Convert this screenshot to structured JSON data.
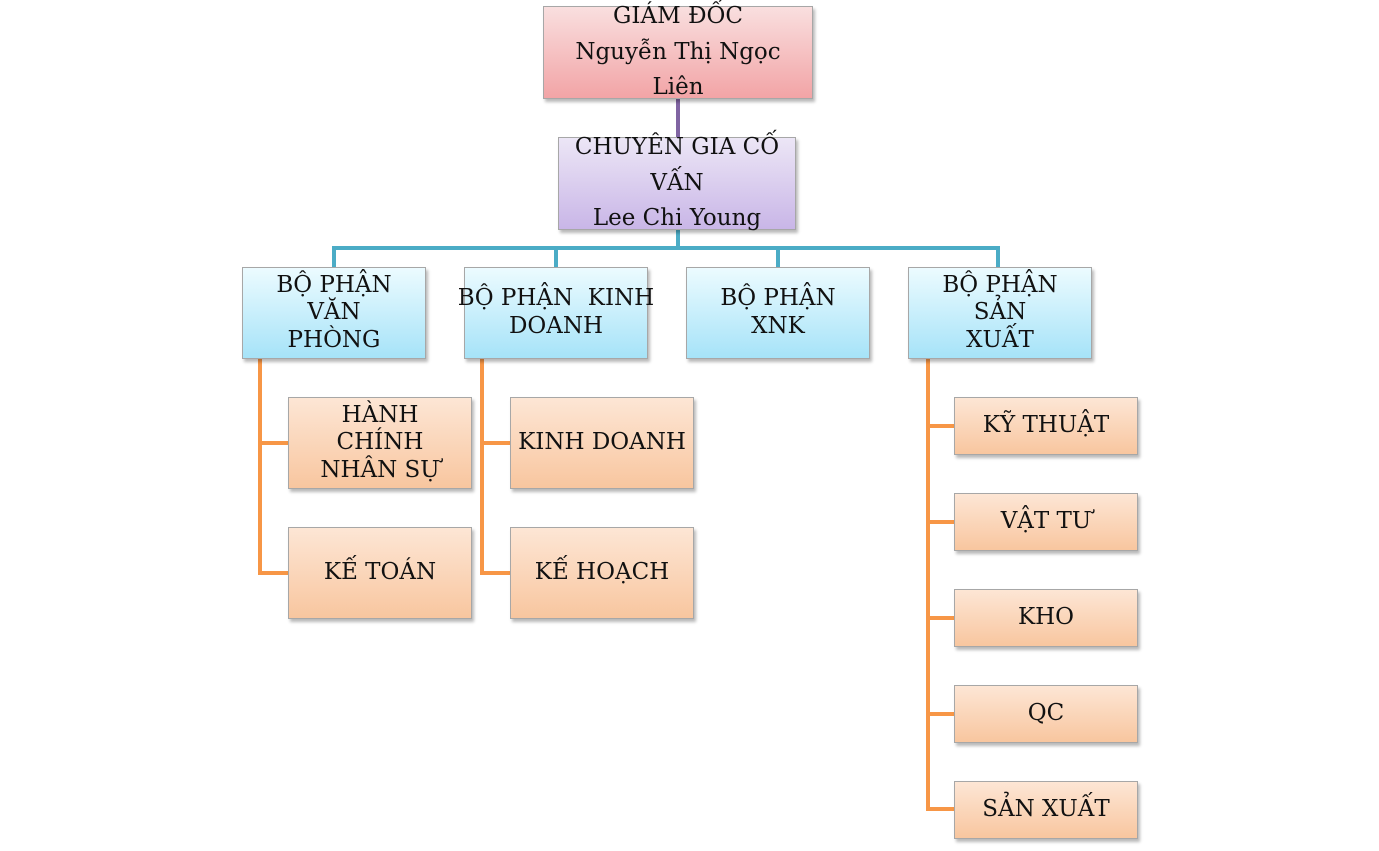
{
  "director": {
    "title": "GIÁM ĐỐC",
    "name": "Nguyễn Thị Ngọc Liên"
  },
  "advisor": {
    "title": "CHUYÊN GIA CỐ VẤN",
    "name": "Lee Chi Young"
  },
  "departments": [
    {
      "line1": "BỘ PHẬN VĂN",
      "line2": "PHÒNG"
    },
    {
      "line1": "BỘ PHẬN  KINH",
      "line2": "DOANH"
    },
    {
      "line1": "BỘ PHẬN XNK",
      "line2": ""
    },
    {
      "line1": "BỘ PHẬN SẢN",
      "line2": "XUẤT"
    }
  ],
  "units": {
    "van_phong": [
      {
        "line1": "HÀNH CHÍNH",
        "line2": "NHÂN SỰ"
      },
      {
        "line1": "KẾ TOÁN",
        "line2": ""
      }
    ],
    "kinh_doanh": [
      {
        "line1": "KINH DOANH",
        "line2": ""
      },
      {
        "line1": "KẾ HOẠCH",
        "line2": ""
      }
    ],
    "san_xuat": [
      {
        "line1": "KỸ THUẬT",
        "line2": ""
      },
      {
        "line1": "VẬT TƯ",
        "line2": ""
      },
      {
        "line1": "KHO",
        "line2": ""
      },
      {
        "line1": "QC",
        "line2": ""
      },
      {
        "line1": "SẢN XUẤT",
        "line2": ""
      }
    ]
  },
  "colors": {
    "director_connector": "#8064a2",
    "department_connector": "#4bacc6",
    "unit_connector": "#f79646"
  }
}
